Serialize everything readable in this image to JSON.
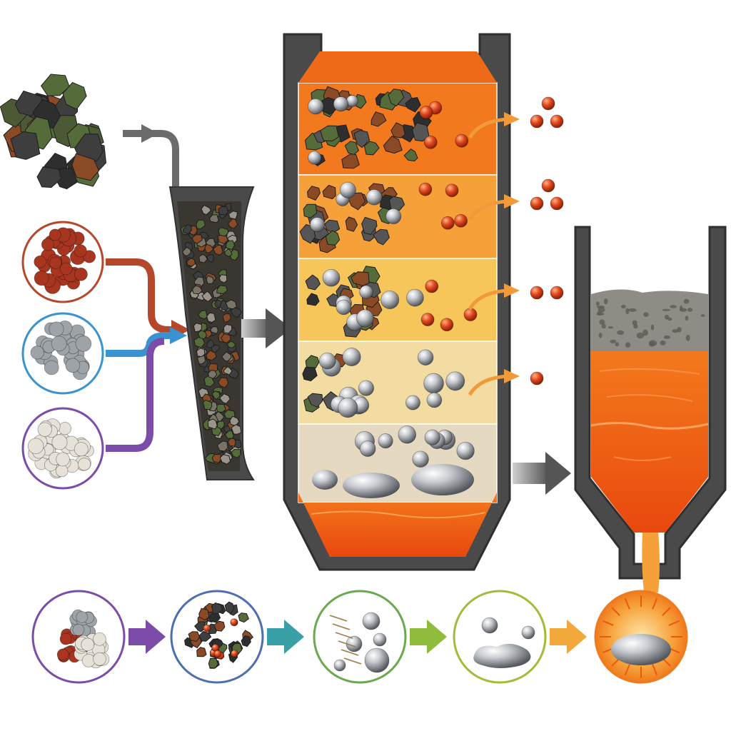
{
  "colors": {
    "background": "#ffffff",
    "furnace_wall": "#4a4a4a",
    "furnace_outline": "#333333",
    "ore_dark": "#3e3e3e",
    "ore_green": "#556b3a",
    "ore_brown": "#8a4a26",
    "pellet_red": "#a8351f",
    "pellet_grey": "#9ea3a8",
    "pellet_white": "#e6e2d8",
    "droplet_orange": "#e2481c",
    "molten_orange": "#f0641a",
    "metal_silver": "#c8cbd0",
    "slag_grey": "#8f8c86",
    "arrow_grey": "#6b6b6b",
    "arrow_orange": "#f29a3a",
    "line_red": "#b5472a",
    "line_blue": "#3a93d0",
    "line_purple": "#7c4da8"
  },
  "furnace_zones": [
    {
      "name": "zone-1",
      "color": "#f2791e"
    },
    {
      "name": "zone-2",
      "color": "#f6a03a"
    },
    {
      "name": "zone-3",
      "color": "#f7c65a"
    },
    {
      "name": "zone-4",
      "color": "#f3dca2"
    },
    {
      "name": "zone-5",
      "color": "#e6d9c2"
    }
  ],
  "input_materials": [
    {
      "name": "red-pellets",
      "fill": "#a8351f",
      "ring": "#b5472a"
    },
    {
      "name": "grey-pellets",
      "fill": "#9ea3a8",
      "ring": "#3a93d0"
    },
    {
      "name": "white-pellets",
      "fill": "#e6e2d8",
      "ring": "#7c4da8"
    }
  ],
  "process_steps": [
    {
      "name": "mixed-charge",
      "ring": "#7c4da8",
      "arrow": "#7c4da8"
    },
    {
      "name": "heated-ore",
      "ring": "#4c6fb0",
      "arrow": "#3aa0a8"
    },
    {
      "name": "metal-droplets",
      "ring": "#6aa84f",
      "arrow": "#8fbc3a"
    },
    {
      "name": "coalescing-metal",
      "ring": "#a8b83a",
      "arrow": "#f2a83a"
    },
    {
      "name": "molten-metal",
      "ring": "#f07a1e",
      "arrow": ""
    }
  ],
  "icons": {
    "ore": "ore-cluster-icon",
    "hopper": "hopper-icon",
    "furnace": "furnace-icon",
    "ladle": "ladle-icon",
    "droplet": "gas-droplet-icon",
    "arrow": "flow-arrow-icon"
  }
}
